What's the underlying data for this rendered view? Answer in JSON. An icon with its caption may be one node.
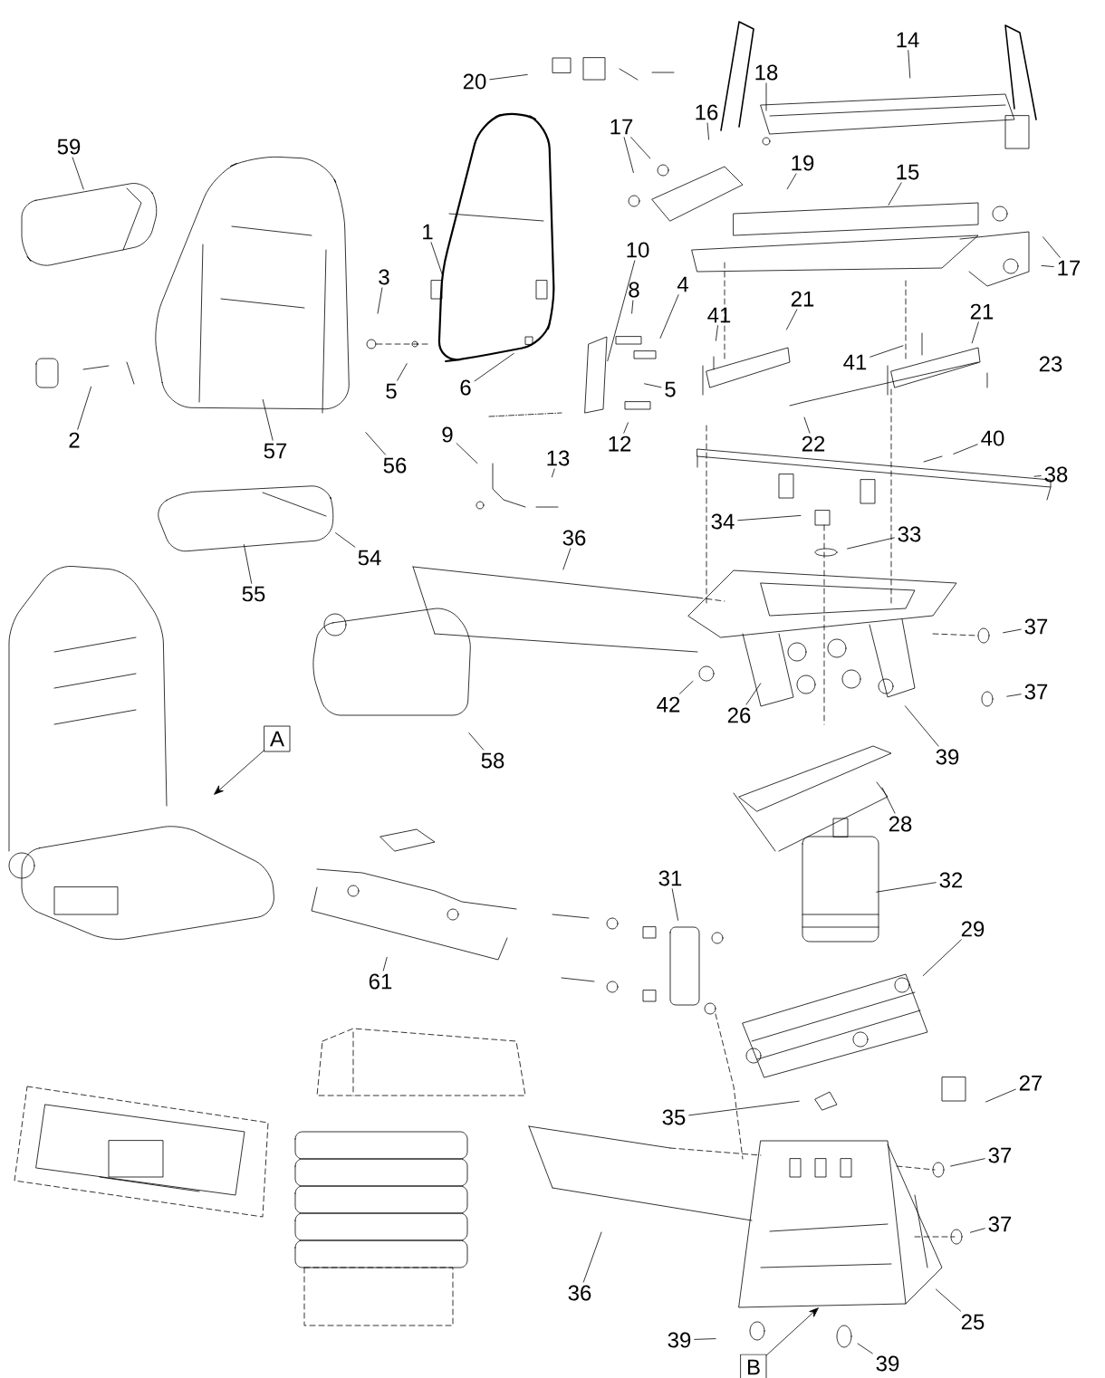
{
  "diagram": {
    "nodes": [
      {
        "text": [
          "1"
        ]
      },
      {
        "text": [
          "20"
        ]
      },
      {
        "text": [
          "14"
        ]
      },
      {
        "text": [
          "18"
        ]
      },
      {
        "text": [
          "16"
        ]
      },
      {
        "text": [
          "17"
        ]
      },
      {
        "text": [
          "19"
        ]
      },
      {
        "text": [
          "15"
        ]
      },
      {
        "text": [
          "17"
        ]
      },
      {
        "text": [
          "59"
        ]
      },
      {
        "text": [
          "3"
        ]
      },
      {
        "text": [
          "10"
        ]
      },
      {
        "text": [
          "8"
        ]
      },
      {
        "text": [
          "4"
        ]
      },
      {
        "text": [
          "21"
        ]
      },
      {
        "text": [
          "41"
        ]
      },
      {
        "text": [
          "21"
        ]
      },
      {
        "text": [
          "41"
        ]
      },
      {
        "text": [
          "5"
        ]
      },
      {
        "text": [
          "6"
        ]
      },
      {
        "text": [
          "5"
        ]
      },
      {
        "text": [
          "57"
        ]
      },
      {
        "text": [
          "56"
        ]
      },
      {
        "text": [
          "2"
        ]
      },
      {
        "text": [
          "9"
        ]
      },
      {
        "text": [
          "13"
        ]
      },
      {
        "text": [
          "12"
        ]
      },
      {
        "text": [
          "22"
        ]
      },
      {
        "text": [
          "40"
        ]
      },
      {
        "text": [
          "38"
        ]
      },
      {
        "text": [
          "34"
        ]
      },
      {
        "text": [
          "33"
        ]
      },
      {
        "text": [
          "54"
        ]
      },
      {
        "text": [
          "55"
        ]
      },
      {
        "text": [
          "36"
        ]
      },
      {
        "text": [
          "37"
        ]
      },
      {
        "text": [
          "A"
        ]
      },
      {
        "text": [
          "42"
        ]
      },
      {
        "text": [
          "26"
        ]
      },
      {
        "text": [
          "37"
        ]
      },
      {
        "text": [
          "39"
        ]
      },
      {
        "text": [
          "58"
        ]
      },
      {
        "text": [
          "28"
        ]
      },
      {
        "text": [
          "31"
        ]
      },
      {
        "text": [
          "32"
        ]
      },
      {
        "text": [
          "29"
        ]
      },
      {
        "text": [
          "61"
        ]
      },
      {
        "text": [
          "27"
        ]
      },
      {
        "text": [
          "35"
        ]
      },
      {
        "text": [
          "37"
        ]
      },
      {
        "text": [
          "37"
        ]
      },
      {
        "text": [
          "36"
        ]
      },
      {
        "text": [
          "25"
        ]
      },
      {
        "text": [
          "39"
        ]
      },
      {
        "text": [
          "B"
        ]
      },
      {
        "text": [
          "39"
        ]
      }
    ],
    "edges": [
      {
        "from": 0,
        "to": null,
        "arrow": "none"
      },
      {
        "from": 1,
        "to": null,
        "arrow": "none"
      },
      {
        "from": 2,
        "to": null,
        "arrow": "none"
      },
      {
        "from": 3,
        "to": null,
        "arrow": "none"
      },
      {
        "from": 4,
        "to": null,
        "arrow": "none"
      },
      {
        "from": 5,
        "to": null,
        "arrow": "none"
      },
      {
        "from": 5,
        "to": null,
        "arrow": "none"
      },
      {
        "from": 6,
        "to": null,
        "arrow": "none"
      },
      {
        "from": 7,
        "to": null,
        "arrow": "none"
      },
      {
        "from": 8,
        "to": null,
        "arrow": "none"
      },
      {
        "from": 8,
        "to": null,
        "arrow": "none"
      },
      {
        "from": 9,
        "to": null,
        "arrow": "none"
      },
      {
        "from": 10,
        "to": null,
        "arrow": "none"
      },
      {
        "from": 11,
        "to": null,
        "arrow": "none"
      },
      {
        "from": 12,
        "to": null,
        "arrow": "none"
      },
      {
        "from": 13,
        "to": null,
        "arrow": "none"
      },
      {
        "from": 14,
        "to": null,
        "arrow": "none"
      },
      {
        "from": 15,
        "to": null,
        "arrow": "none"
      },
      {
        "from": 16,
        "to": null,
        "arrow": "none"
      },
      {
        "from": 17,
        "to": null,
        "arrow": "none"
      },
      {
        "from": 18,
        "to": null,
        "arrow": "none"
      },
      {
        "from": 19,
        "to": null,
        "arrow": "none"
      },
      {
        "from": 20,
        "to": null,
        "arrow": "none"
      },
      {
        "from": 21,
        "to": null,
        "arrow": "none"
      },
      {
        "from": 22,
        "to": null,
        "arrow": "none"
      },
      {
        "from": 23,
        "to": null,
        "arrow": "none"
      },
      {
        "from": 24,
        "to": null,
        "arrow": "none"
      },
      {
        "from": 25,
        "to": null,
        "arrow": "none"
      },
      {
        "from": 26,
        "to": null,
        "arrow": "none"
      },
      {
        "from": 27,
        "to": null,
        "arrow": "none"
      },
      {
        "from": 28,
        "to": null,
        "arrow": "none"
      },
      {
        "from": 29,
        "to": null,
        "arrow": "none"
      },
      {
        "from": 30,
        "to": null,
        "arrow": "none"
      },
      {
        "from": 31,
        "to": null,
        "arrow": "none"
      },
      {
        "from": 32,
        "to": null,
        "arrow": "none"
      },
      {
        "from": 33,
        "to": null,
        "arrow": "none"
      },
      {
        "from": 34,
        "to": null,
        "arrow": "none"
      },
      {
        "from": 35,
        "to": null,
        "arrow": "none"
      },
      {
        "from": 36,
        "to": null,
        "arrow": "to"
      },
      {
        "from": 37,
        "to": null,
        "arrow": "none"
      },
      {
        "from": 38,
        "to": null,
        "arrow": "none"
      },
      {
        "from": 39,
        "to": null,
        "arrow": "none"
      },
      {
        "from": 40,
        "to": null,
        "arrow": "none"
      },
      {
        "from": 41,
        "to": null,
        "arrow": "none"
      },
      {
        "from": 42,
        "to": null,
        "arrow": "none"
      },
      {
        "from": 43,
        "to": null,
        "arrow": "none"
      },
      {
        "from": 44,
        "to": null,
        "arrow": "none"
      },
      {
        "from": 45,
        "to": null,
        "arrow": "none"
      },
      {
        "from": 46,
        "to": null,
        "arrow": "none"
      },
      {
        "from": 47,
        "to": null,
        "arrow": "none"
      },
      {
        "from": 48,
        "to": null,
        "arrow": "none"
      },
      {
        "from": 49,
        "to": null,
        "arrow": "none"
      },
      {
        "from": 50,
        "to": null,
        "arrow": "none"
      },
      {
        "from": 51,
        "to": null,
        "arrow": "none"
      },
      {
        "from": 52,
        "to": null,
        "arrow": "none"
      },
      {
        "from": 53,
        "to": null,
        "arrow": "none"
      },
      {
        "from": 54,
        "to": null,
        "arrow": "to"
      },
      {
        "from": 55,
        "to": null,
        "arrow": "none"
      }
    ],
    "labels": [
      "23"
    ]
  }
}
